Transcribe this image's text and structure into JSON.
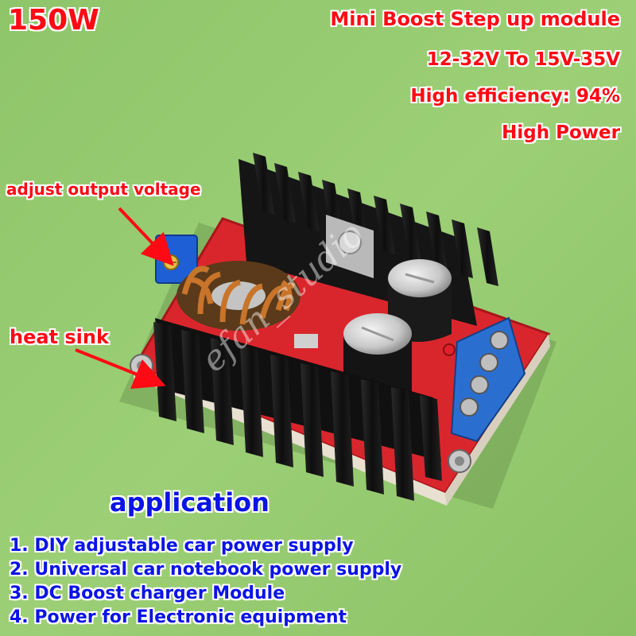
{
  "header": {
    "power": "150W",
    "title": "Mini Boost Step up module",
    "voltage": "12-32V To 15V-35V",
    "efficiency": "High efficiency: 94%",
    "power_text": "High Power"
  },
  "callouts": {
    "adjust": "adjust output voltage",
    "heat_sink": "heat sink"
  },
  "application": {
    "heading": "application",
    "items": [
      "1. DIY adjustable car power supply",
      "2. Universal car notebook power supply",
      "3. DC Boost charger Module",
      "4. Power for Electronic equipment"
    ]
  },
  "watermark": "efan_studio",
  "colors": {
    "background": "#93c96c",
    "board": "#d9262c",
    "heatsink": "#121212",
    "terminal": "#2a6fd0",
    "text_red": "#ff0a14",
    "text_blue": "#0a14e6"
  }
}
